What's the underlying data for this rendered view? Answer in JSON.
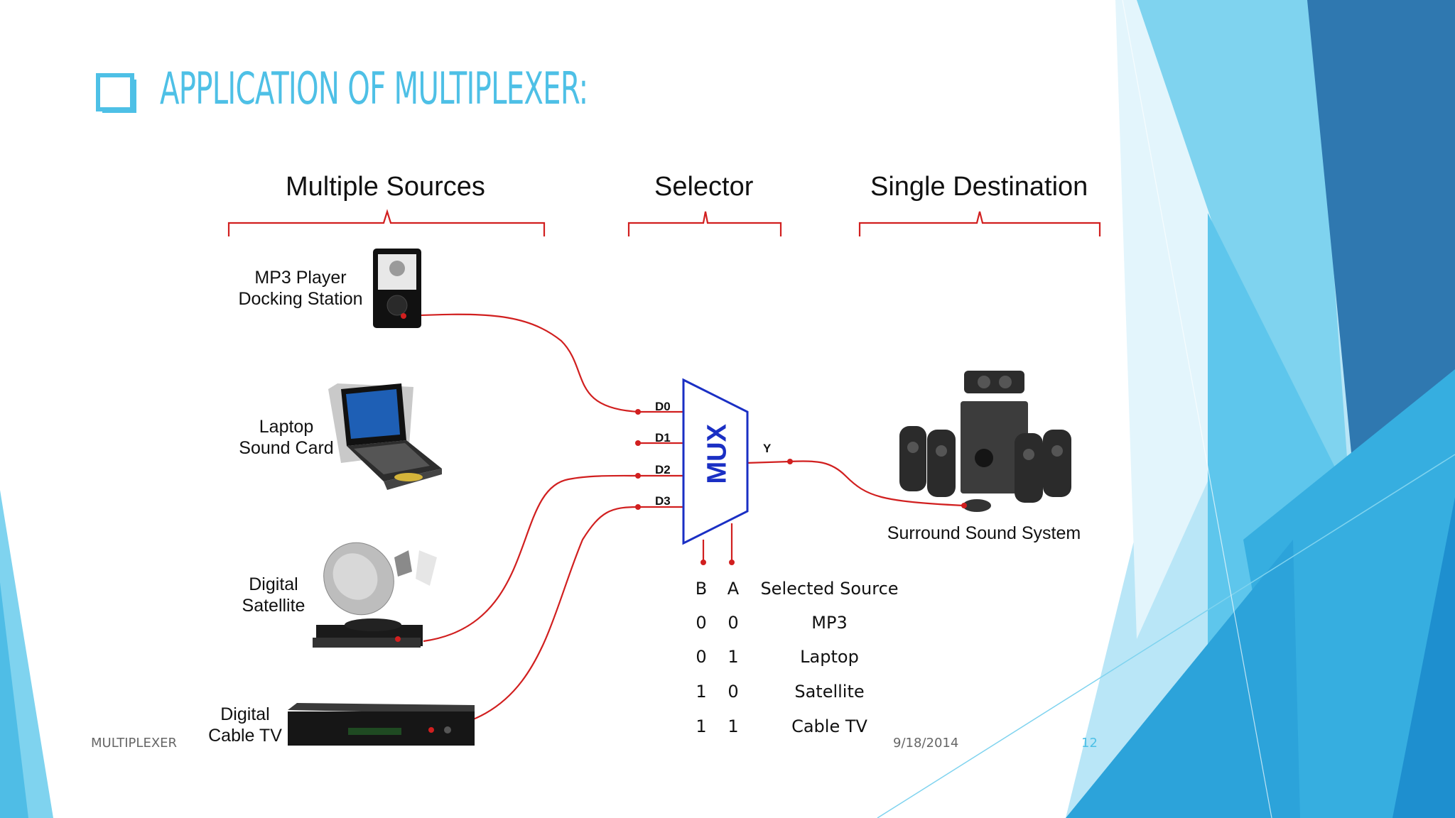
{
  "slide": {
    "title": "APPLICATION OF MULTIPLEXER:",
    "accent_color": "#4ec0e6"
  },
  "diagram": {
    "headers": [
      "Multiple Sources",
      "Selector",
      "Single Destination"
    ],
    "sources": [
      {
        "label": "MP3 Player\nDocking Station",
        "icon": "mp3-player-icon"
      },
      {
        "label": "Laptop\nSound Card",
        "icon": "laptop-icon"
      },
      {
        "label": "Digital\nSatellite",
        "icon": "satellite-dish-icon"
      },
      {
        "label": "Digital\nCable TV",
        "icon": "cable-box-icon"
      }
    ],
    "mux_label": "MUX",
    "inputs": [
      "D0",
      "D1",
      "D2",
      "D3"
    ],
    "output": "Y",
    "destination": {
      "label": "Surround Sound System",
      "icon": "speaker-system-icon"
    },
    "wire_color": "#d11f1f",
    "mux_color": "#1a2fc4"
  },
  "truth_table": {
    "headers": [
      "B",
      "A",
      "Selected Source"
    ],
    "rows": [
      [
        "0",
        "0",
        "MP3"
      ],
      [
        "0",
        "1",
        "Laptop"
      ],
      [
        "1",
        "0",
        "Satellite"
      ],
      [
        "1",
        "1",
        "Cable TV"
      ]
    ]
  },
  "footer": {
    "left": "MULTIPLEXER",
    "date": "9/18/2014",
    "page": "12"
  }
}
